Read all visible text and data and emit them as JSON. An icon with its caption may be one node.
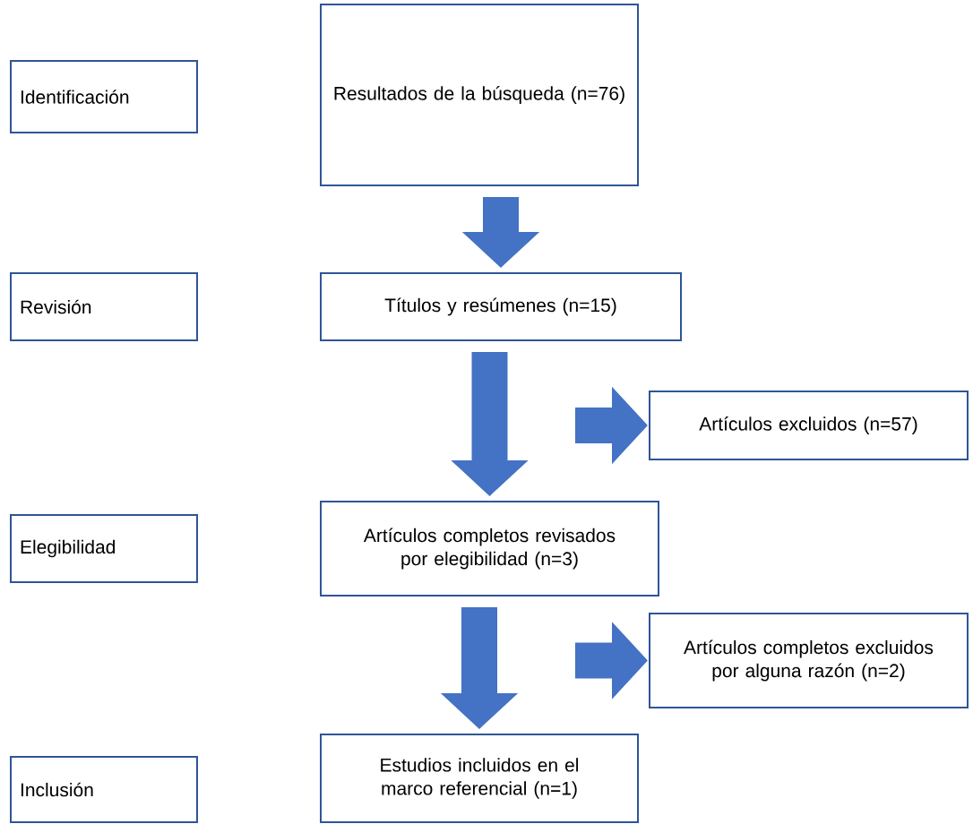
{
  "diagram": {
    "nodes": [
      {
        "text": [
          "Identificación"
        ]
      },
      {
        "text": [
          "Resultados de la búsqueda (n=76)"
        ]
      },
      {
        "text": [
          "Revisión"
        ]
      },
      {
        "text": [
          "Títulos y resúmenes (n=15)"
        ]
      },
      {
        "text": [
          "Artículos excluidos (n=57)"
        ]
      },
      {
        "text": [
          "Elegibilidad"
        ]
      },
      {
        "text": [
          "Artículos completos revisados por elegibilidad (n=3)"
        ]
      },
      {
        "text": [
          "Artículos completos excluidos por alguna razón (n=2)"
        ]
      },
      {
        "text": [
          "Inclusión"
        ]
      },
      {
        "text": [
          "Estudios incluidos en el marco referencial (n=1)"
        ]
      }
    ],
    "edges": [
      {
        "from": 1,
        "to": 3,
        "arrow": "to"
      },
      {
        "from": 3,
        "to": 6,
        "arrow": "to"
      },
      {
        "from": null,
        "to": 4,
        "arrow": "to"
      },
      {
        "from": 6,
        "to": 9,
        "arrow": "to"
      },
      {
        "from": null,
        "to": 7,
        "arrow": "to"
      }
    ]
  }
}
